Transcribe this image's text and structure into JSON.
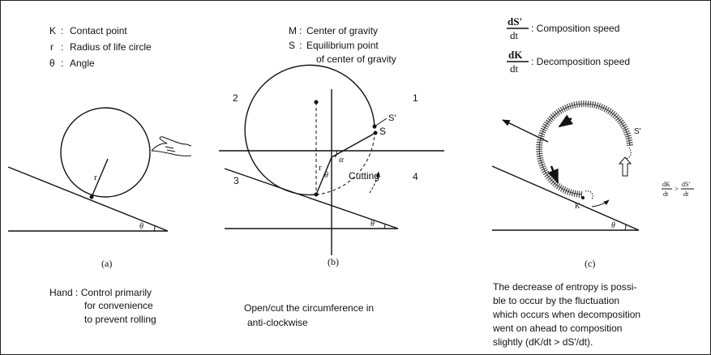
{
  "panel_a": {
    "legend": [
      {
        "sym": "K",
        "sep": ":",
        "text": "Contact point"
      },
      {
        "sym": "r",
        "sep": ":",
        "text": "Radius of life circle"
      },
      {
        "sym": "θ",
        "sep": ":",
        "text": "Angle"
      }
    ],
    "label_r": "r",
    "label_theta": "θ",
    "caption": "(a)",
    "note": [
      "Hand : Control primarily",
      "for convenience",
      "to prevent rolling"
    ]
  },
  "panel_b": {
    "legend": [
      {
        "sym": "M",
        "sep": ":",
        "text": "Center of gravity"
      },
      {
        "sym": "S",
        "sep": ":",
        "text": "Equilibrium point"
      },
      {
        "sym": "",
        "sep": "",
        "text": "of center of gravity"
      }
    ],
    "quadrants": {
      "q1": "1",
      "q2": "2",
      "q3": "3",
      "q4": "4"
    },
    "label_s_prime": "S'",
    "label_s": "S",
    "label_alpha": "α",
    "label_r": "r",
    "label_theta_inner": "θ",
    "label_theta": "θ",
    "label_cutting": "Cutting",
    "caption": "(b)",
    "note": [
      "Open/cut  the circumference in",
      "anti-clockwise"
    ]
  },
  "panel_c": {
    "legend": [
      {
        "num": "dS'",
        "den": "dt",
        "text": ": Composition speed"
      },
      {
        "num": "dK",
        "den": "dt",
        "text": ": Decomposition speed"
      }
    ],
    "label_s_prime": "S'",
    "label_k": "K",
    "label_theta": "θ",
    "inequality": {
      "num1": "dK",
      "den1": "dt",
      "op": ">",
      "num2": "dS'",
      "den2": "dt"
    },
    "caption": "(c)",
    "note": [
      "The decrease  of entropy is possi-",
      "ble to occur by the fluctuation",
      "which occurs when decomposition",
      "went on ahead to composition",
      "slightly (dK/dt > dS'/dt)."
    ]
  }
}
